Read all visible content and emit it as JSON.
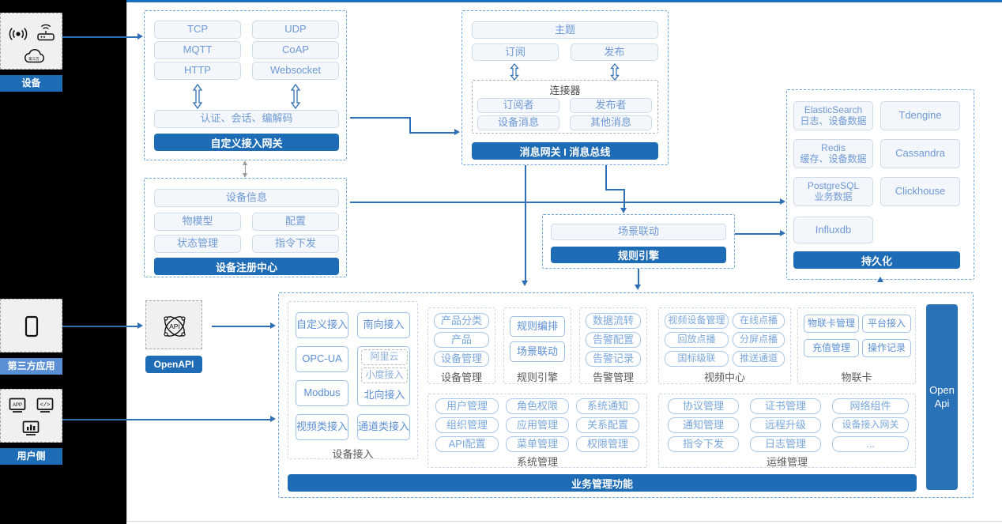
{
  "actors": [
    {
      "id": "device",
      "label": "设备",
      "icons": [
        "wifi-signal-icon",
        "router-icon",
        "cloud-icon"
      ]
    },
    {
      "id": "third-party",
      "label": "第三方应用",
      "icons": [
        "mobile-phone-icon"
      ]
    },
    {
      "id": "user-side",
      "label": "用户侧",
      "icons": [
        "app-monitor-icon",
        "code-monitor-icon",
        "chart-monitor-icon"
      ]
    }
  ],
  "openapi": {
    "label": "OpenAPI",
    "icon": "api-atom-icon"
  },
  "openapi_vertical": {
    "line1": "Open",
    "line2": "Api"
  },
  "gateway": {
    "protocols": [
      "TCP",
      "UDP",
      "MQTT",
      "CoAP",
      "HTTP",
      "Websocket"
    ],
    "middle": "认证、会话、编解码",
    "bar": "自定义接入网关"
  },
  "message_bus": {
    "topic": "主题",
    "subscribe": "订阅",
    "publish": "发布",
    "connector_title": "连接器",
    "connector_items": [
      "订阅者",
      "发布者",
      "设备消息",
      "其他消息"
    ],
    "bar": "消息网关 I 消息总线"
  },
  "registry": {
    "header": "设备信息",
    "items": [
      "物模型",
      "配置",
      "状态管理",
      "指令下发"
    ],
    "bar": "设备注册中心"
  },
  "rule_engine": {
    "item": "场景联动",
    "bar": "规则引擎"
  },
  "persistence": {
    "items": [
      {
        "name": "ElasticSearch",
        "sub": "日志、设备数据"
      },
      {
        "name": "Tdengine",
        "sub": ""
      },
      {
        "name": "Redis",
        "sub": "缓存、设备数据"
      },
      {
        "name": "Cassandra",
        "sub": ""
      },
      {
        "name": "PostgreSQL",
        "sub": "业务数据"
      },
      {
        "name": "Clickhouse",
        "sub": ""
      },
      {
        "name": "Influxdb",
        "sub": ""
      }
    ],
    "bar": "持久化"
  },
  "business": {
    "bar": "业务管理功能",
    "groups": [
      {
        "title": "设备接入",
        "kind": "access",
        "left": [
          "自定义接入",
          "OPC-UA",
          "Modbus",
          "视频类接入"
        ],
        "right": [
          "南向接入",
          "通道类接入"
        ],
        "nested": {
          "items": [
            "阿里云",
            "小度接入"
          ],
          "label": "北向接入"
        }
      },
      {
        "title": "设备管理",
        "kind": "list1",
        "items": [
          "产品分类",
          "产品",
          "设备管理"
        ]
      },
      {
        "title": "规则引擎",
        "kind": "list1",
        "items": [
          "规则编排",
          "场景联动"
        ]
      },
      {
        "title": "告警管理",
        "kind": "list1",
        "items": [
          "数据流转",
          "告警配置",
          "告警记录"
        ]
      },
      {
        "title": "视频中心",
        "kind": "grid2",
        "items": [
          "视频设备管理",
          "在线点播",
          "回放点播",
          "分屏点播",
          "国标级联",
          "推送通道"
        ]
      },
      {
        "title": "物联卡",
        "kind": "grid2",
        "items": [
          "物联卡管理",
          "平台接入",
          "充值管理",
          "操作记录"
        ]
      },
      {
        "title": "系统管理",
        "kind": "grid3",
        "items": [
          "用户管理",
          "角色权限",
          "系统通知",
          "组织管理",
          "应用管理",
          "关系配置",
          "API配置",
          "菜单管理",
          "权限管理"
        ]
      },
      {
        "title": "运维管理",
        "kind": "grid3",
        "items": [
          "协议管理",
          "证书管理",
          "网络组件",
          "通知管理",
          "远程升级",
          "设备接入网关",
          "指令下发",
          "日志管理",
          "..."
        ]
      }
    ]
  },
  "colors": {
    "brand_blue": "#1e6cb5",
    "light_blue": "#5b8fd4",
    "chip_text": "#6f9ad6",
    "chip_bg": "#f3f6fa",
    "dash_border": "#6fa8dc",
    "arrow": "#2f6fb5"
  }
}
